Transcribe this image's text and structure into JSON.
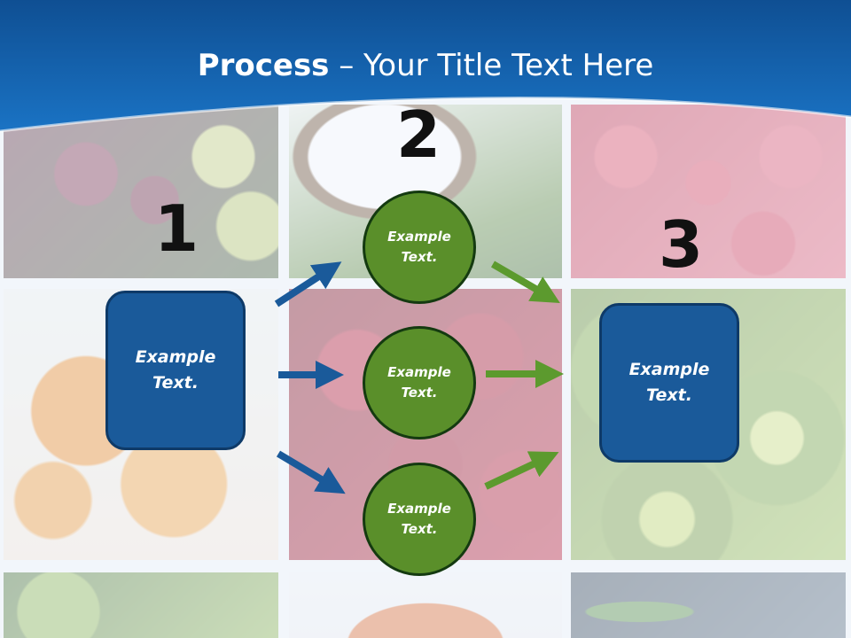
{
  "title": {
    "bold": "Process",
    "rest": " – Your Title Text Here"
  },
  "steps": [
    {
      "number": "1",
      "label_line1": "Example",
      "label_line2": "Text."
    },
    {
      "number": "2"
    },
    {
      "number": "3",
      "label_line1": "Example",
      "label_line2": "Text."
    }
  ],
  "middle_nodes": [
    {
      "line1": "Example",
      "line2": "Text."
    },
    {
      "line1": "Example",
      "line2": "Text."
    },
    {
      "line1": "Example",
      "line2": "Text."
    }
  ],
  "colors": {
    "header_blue": "#1566b0",
    "box_blue": "#1a5a9a",
    "node_green": "#5a8f2a",
    "arrow_blue": "#1a5a9a",
    "arrow_green": "#5c9a2e"
  }
}
